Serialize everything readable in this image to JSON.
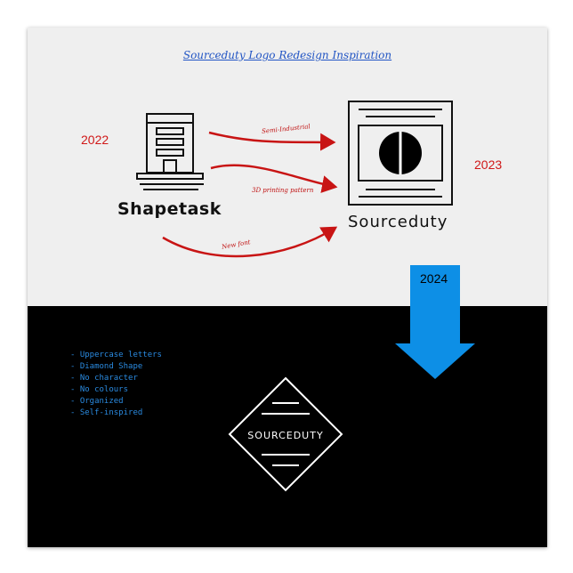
{
  "title": "Sourceduty Logo Redesign Inspiration",
  "years": {
    "left": "2022",
    "right": "2023",
    "bottom": "2024"
  },
  "logos": {
    "old_name": "Shapetask",
    "mid_name": "Sourceduty",
    "new_name": "SOURCEDUTY"
  },
  "arrow_labels": [
    "Semi-Industrial",
    "3D printing pattern",
    "New font"
  ],
  "features": [
    "- Uppercase letters",
    "- Diamond Shape",
    "- No character",
    "- No colours",
    "- Organized",
    "- Self-inspired"
  ],
  "colors": {
    "accent_red": "#d01818",
    "accent_blue": "#0d8fe6",
    "feature_text": "#2a8ae0",
    "title_blue": "#2255c4",
    "panel_black": "#000000"
  },
  "icons": [
    "building-icon",
    "circle-split-icon",
    "diamond-logo-icon",
    "down-arrow-icon",
    "curved-arrow-icon"
  ]
}
